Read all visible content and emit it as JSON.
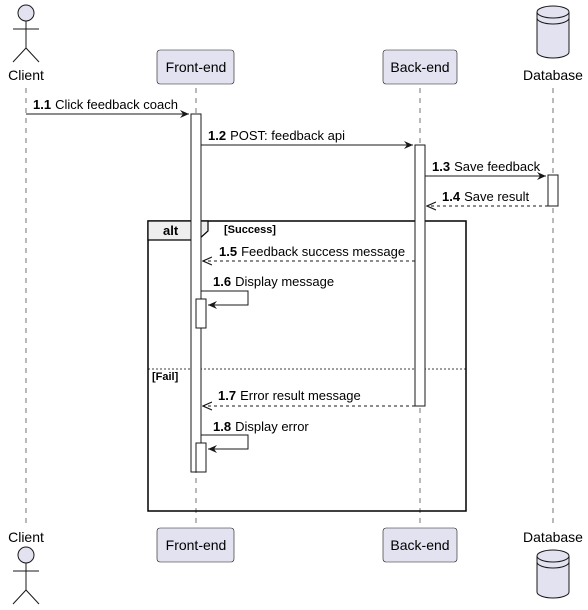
{
  "participants": {
    "client": "Client",
    "frontend": "Front-end",
    "backend": "Back-end",
    "database": "Database"
  },
  "messages": [
    {
      "num": "1.1",
      "text": "Click feedback coach"
    },
    {
      "num": "1.2",
      "text": "POST: feedback api"
    },
    {
      "num": "1.3",
      "text": "Save feedback"
    },
    {
      "num": "1.4",
      "text": "Save result"
    },
    {
      "num": "1.5",
      "text": "Feedback success message"
    },
    {
      "num": "1.6",
      "text": "Display message"
    },
    {
      "num": "1.7",
      "text": "Error result message"
    },
    {
      "num": "1.8",
      "text": "Display error"
    }
  ],
  "fragment": {
    "operator": "alt",
    "condition_1": "[Success]",
    "condition_2": "[Fail]"
  },
  "colors": {
    "participant_fill": "#E2E2F0",
    "participant_border": "#181818",
    "lifeline": "#181818"
  }
}
